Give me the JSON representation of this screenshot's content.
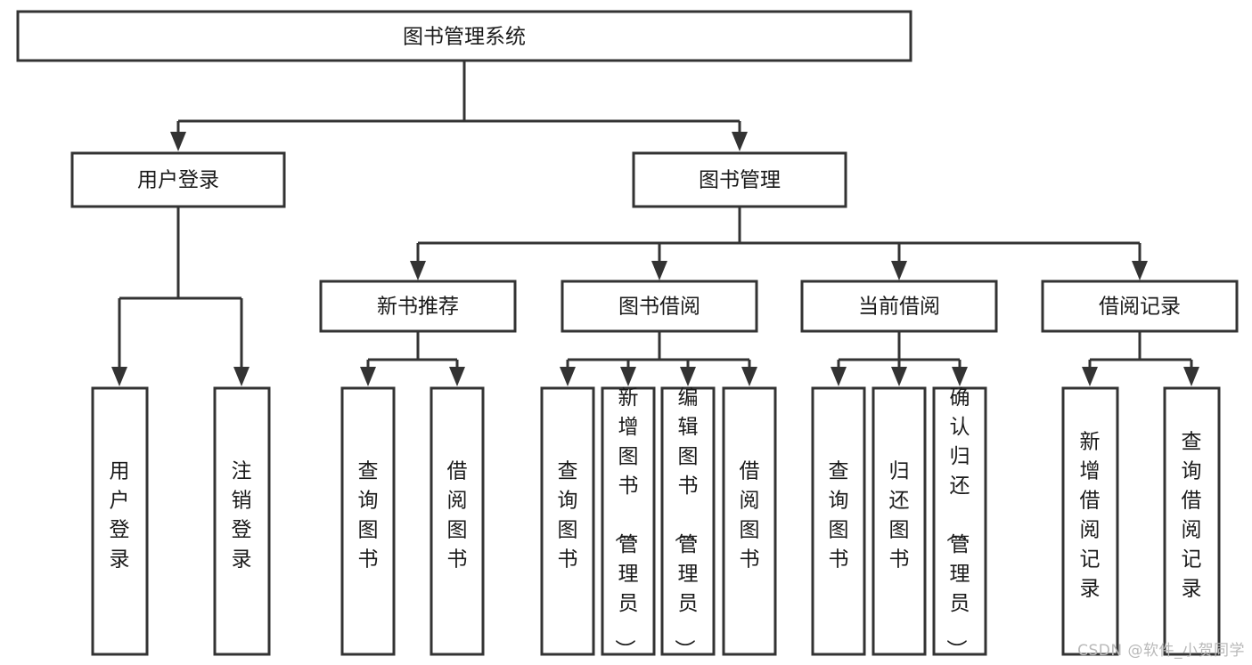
{
  "diagram": {
    "type": "hierarchy-tree",
    "title": "图书管理系统",
    "watermark": "CSDN @软件_小贺同学",
    "colors": {
      "background": "#ffffff",
      "stroke": "#333333",
      "text": "#1a1a1a",
      "node_fill": "#ffffff",
      "watermark": "#b9b9b9"
    },
    "levels": {
      "level0": "root",
      "level1": "modules",
      "level2": "submodules",
      "level3": "functions"
    },
    "root": {
      "label": "图书管理系统",
      "orientation": "horizontal"
    },
    "level1": [
      {
        "id": "user-login",
        "label": "用户登录",
        "orientation": "horizontal"
      },
      {
        "id": "book-manage",
        "label": "图书管理",
        "orientation": "horizontal"
      }
    ],
    "level2": [
      {
        "id": "new-book-recommend",
        "label": "新书推荐",
        "orientation": "horizontal",
        "parent": "book-manage"
      },
      {
        "id": "book-borrow",
        "label": "图书借阅",
        "orientation": "horizontal",
        "parent": "book-manage"
      },
      {
        "id": "current-borrow",
        "label": "当前借阅",
        "orientation": "horizontal",
        "parent": "book-manage"
      },
      {
        "id": "borrow-record",
        "label": "借阅记录",
        "orientation": "horizontal",
        "parent": "book-manage"
      }
    ],
    "leaves": [
      {
        "id": "leaf-user-login",
        "label": "用户登录",
        "parent": "user-login",
        "orientation": "vertical"
      },
      {
        "id": "leaf-user-logout",
        "label": "注销登录",
        "parent": "user-login",
        "orientation": "vertical"
      },
      {
        "id": "leaf-query-book-1",
        "label": "查询图书",
        "parent": "new-book-recommend",
        "orientation": "vertical"
      },
      {
        "id": "leaf-borrow-book-1",
        "label": "借阅图书",
        "parent": "new-book-recommend",
        "orientation": "vertical"
      },
      {
        "id": "leaf-query-book-2",
        "label": "查询图书",
        "parent": "book-borrow",
        "orientation": "vertical"
      },
      {
        "id": "leaf-add-book",
        "label": "新增图书（管理员）",
        "parent": "book-borrow",
        "orientation": "vertical"
      },
      {
        "id": "leaf-edit-book",
        "label": "编辑图书（管理员）",
        "parent": "book-borrow",
        "orientation": "vertical"
      },
      {
        "id": "leaf-borrow-book-2",
        "label": "借阅图书",
        "parent": "book-borrow",
        "orientation": "vertical"
      },
      {
        "id": "leaf-query-book-3",
        "label": "查询图书",
        "parent": "current-borrow",
        "orientation": "vertical"
      },
      {
        "id": "leaf-return-book",
        "label": "归还图书",
        "parent": "current-borrow",
        "orientation": "vertical"
      },
      {
        "id": "leaf-confirm-return",
        "label": "确认归还（管理员）",
        "parent": "current-borrow",
        "orientation": "vertical"
      },
      {
        "id": "leaf-add-record",
        "label": "新增借阅记录",
        "parent": "borrow-record",
        "orientation": "vertical"
      },
      {
        "id": "leaf-query-record",
        "label": "查询借阅记录",
        "parent": "borrow-record",
        "orientation": "vertical"
      }
    ]
  }
}
